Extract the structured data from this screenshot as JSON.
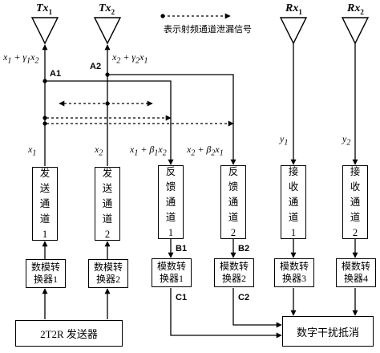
{
  "antennas": {
    "tx1": {
      "base": "Tx",
      "sub": "1"
    },
    "tx2": {
      "base": "Tx",
      "sub": "2"
    },
    "rx1": {
      "base": "Rx",
      "sub": "1"
    },
    "rx2": {
      "base": "Rx",
      "sub": "2"
    }
  },
  "legend": {
    "text": "表示射频通道泄漏信号"
  },
  "points": {
    "a1": "A1",
    "a2": "A2",
    "b1": "B1",
    "b2": "B2",
    "c1": "C1",
    "c2": "C2"
  },
  "signals": {
    "tx1_out": {
      "a": "x",
      "a_sub": "1",
      "op": " + γ",
      "g_sub": "1",
      "b": "x",
      "b_sub": "2"
    },
    "tx2_out": {
      "a": "x",
      "a_sub": "2",
      "op": " + γ",
      "g_sub": "2",
      "b": "x",
      "b_sub": "1"
    },
    "x1": {
      "a": "x",
      "a_sub": "1"
    },
    "x2": {
      "a": "x",
      "a_sub": "2"
    },
    "fb1": {
      "a": "x",
      "a_sub": "1",
      "op": " + β",
      "g_sub": "1",
      "b": "x",
      "b_sub": "2"
    },
    "fb2": {
      "a": "x",
      "a_sub": "2",
      "op": " + β",
      "g_sub": "2",
      "b": "x",
      "b_sub": "1"
    },
    "y1": {
      "a": "y",
      "a_sub": "1"
    },
    "y2": {
      "a": "y",
      "a_sub": "2"
    }
  },
  "channels": {
    "tx1": {
      "name": "发送通道",
      "num": "1"
    },
    "tx2": {
      "name": "发送通道",
      "num": "2"
    },
    "fb1": {
      "name": "反馈通道",
      "num": "1"
    },
    "fb2": {
      "name": "反馈通道",
      "num": "2"
    },
    "rx1": {
      "name": "接收通道",
      "num": "1"
    },
    "rx2": {
      "name": "接收通道",
      "num": "2"
    }
  },
  "converters": {
    "dac1": {
      "line1": "数模转",
      "line2": "换器1"
    },
    "dac2": {
      "line1": "数模转",
      "line2": "换器2"
    },
    "adc1": {
      "line1": "模数转",
      "line2": "换器1"
    },
    "adc2": {
      "line1": "模数转",
      "line2": "换器2"
    },
    "adc3": {
      "line1": "模数转",
      "line2": "换器3"
    },
    "adc4": {
      "line1": "模数转",
      "line2": "换器4"
    }
  },
  "transmitter": {
    "label": "2T2R 发送器"
  },
  "canceller": {
    "label": "数字干扰抵消"
  }
}
